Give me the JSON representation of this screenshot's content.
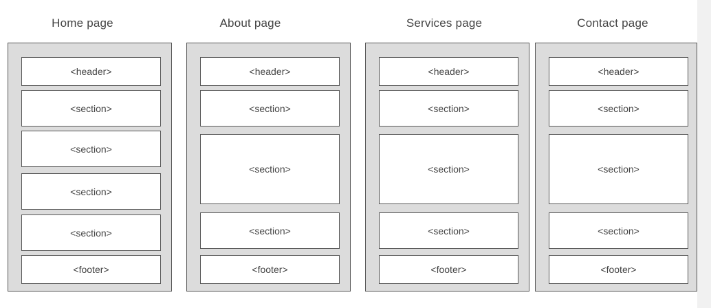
{
  "pages": [
    {
      "title": "Home page",
      "blocks": [
        "<header>",
        "<section>",
        "<section>",
        "<section>",
        "<section>",
        "<footer>"
      ]
    },
    {
      "title": "About page",
      "blocks": [
        "<header>",
        "<section>",
        "<section>",
        "<section>",
        "<footer>"
      ]
    },
    {
      "title": "Services page",
      "blocks": [
        "<header>",
        "<section>",
        "<section>",
        "<section>",
        "<footer>"
      ]
    },
    {
      "title": "Contact page",
      "blocks": [
        "<header>",
        "<section>",
        "<section>",
        "<section>",
        "<footer>"
      ]
    }
  ],
  "colors": {
    "frame_fill": "#dcdcdc",
    "block_fill": "#ffffff",
    "stroke": "#555555",
    "text": "#444444"
  }
}
